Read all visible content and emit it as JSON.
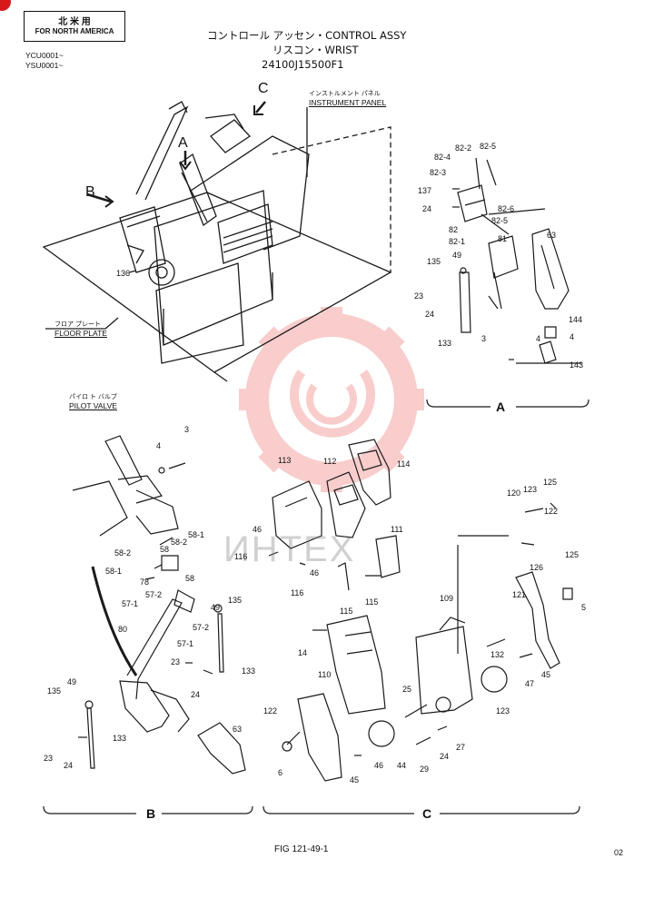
{
  "header": {
    "region_jp": "北 米 用",
    "region_en": "FOR NORTH AMERICA",
    "serial_1": "YCU0001~",
    "serial_2": "YSU0001~",
    "title_1": "コントロール アッセン・CONTROL ASSY",
    "title_2": "リスコン・WRIST",
    "part_no": "24100J15500F1"
  },
  "labels": {
    "instrument_panel_jp": "インストルメント パネル",
    "instrument_panel_en": "INSTRUMENT PANEL",
    "floor_plate_jp": "フロア プレート",
    "floor_plate_en": "FLOOR PLATE",
    "pilot_valve_jp": "パイロ ト バルブ",
    "pilot_valve_en": "PILOT VALVE",
    "view_a": "A",
    "view_b": "B",
    "view_c": "C"
  },
  "sections": {
    "a": "A",
    "b": "B",
    "c": "C"
  },
  "footer": {
    "figure": "FIG 121-49-1",
    "page": "02"
  },
  "watermark": {
    "text": "ИНТЕХ",
    "color": "#e8504a"
  },
  "callouts": {
    "overview": [
      "136"
    ],
    "section_a": [
      "82-4",
      "82-2",
      "82-5",
      "82-3",
      "137",
      "24",
      "82-6",
      "82-5",
      "82",
      "82-1",
      "81",
      "63",
      "135",
      "49",
      "23",
      "24",
      "3",
      "4",
      "144",
      "4",
      "133",
      "143"
    ],
    "section_b": [
      "3",
      "4",
      "58-1",
      "58-2",
      "58",
      "58-2",
      "58-1",
      "78",
      "58",
      "57-2",
      "49",
      "135",
      "57-1",
      "57-2",
      "57-1",
      "80",
      "23",
      "133",
      "24",
      "135",
      "49",
      "133",
      "23",
      "24",
      "63"
    ],
    "section_c": [
      "113",
      "112",
      "114",
      "46",
      "111",
      "116",
      "46",
      "116",
      "115",
      "115",
      "120",
      "123",
      "125",
      "122",
      "125",
      "126",
      "121",
      "5",
      "109",
      "14",
      "132",
      "110",
      "45",
      "47",
      "25",
      "122",
      "123",
      "6",
      "45",
      "46",
      "44",
      "29",
      "24",
      "27"
    ]
  }
}
